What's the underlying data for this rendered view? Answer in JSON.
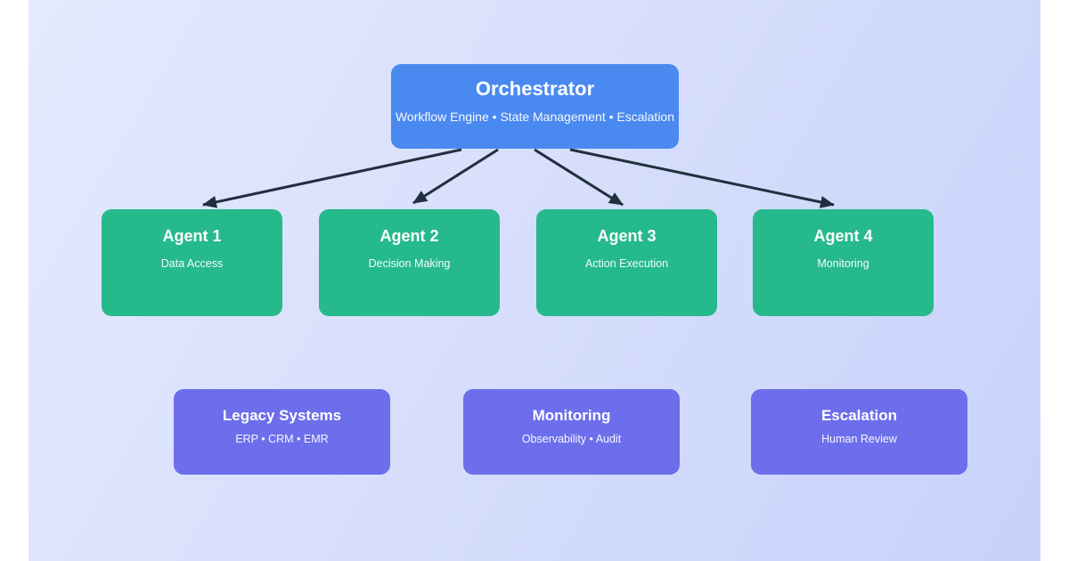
{
  "colors": {
    "page_background": "#ffffff",
    "canvas_gradient_from": "#e4eafd",
    "canvas_gradient_to": "#c8d2fa",
    "orchestrator_blue": "#4a89f0",
    "agent_green": "#26b98c",
    "integration_purple": "#6c6eeb",
    "arrow_dark": "#222f3e",
    "text_white": "#ffffff"
  },
  "orchestrator": {
    "title": "Orchestrator",
    "subtitle": "Workflow Engine • State Management • Escalation",
    "color": "#4a89f0"
  },
  "agents": [
    {
      "title": "Agent 1",
      "subtitle": "Data Access",
      "color": "#26b98c"
    },
    {
      "title": "Agent 2",
      "subtitle": "Decision Making",
      "color": "#26b98c"
    },
    {
      "title": "Agent 3",
      "subtitle": "Action Execution",
      "color": "#26b98c"
    },
    {
      "title": "Agent 4",
      "subtitle": "Monitoring",
      "color": "#26b98c"
    }
  ],
  "integrations": [
    {
      "title": "Legacy Systems",
      "subtitle": "ERP • CRM • EMR",
      "color": "#6c6eeb"
    },
    {
      "title": "Monitoring",
      "subtitle": "Observability • Audit",
      "color": "#6c6eeb"
    },
    {
      "title": "Escalation",
      "subtitle": "Human Review",
      "color": "#6c6eeb"
    }
  ]
}
